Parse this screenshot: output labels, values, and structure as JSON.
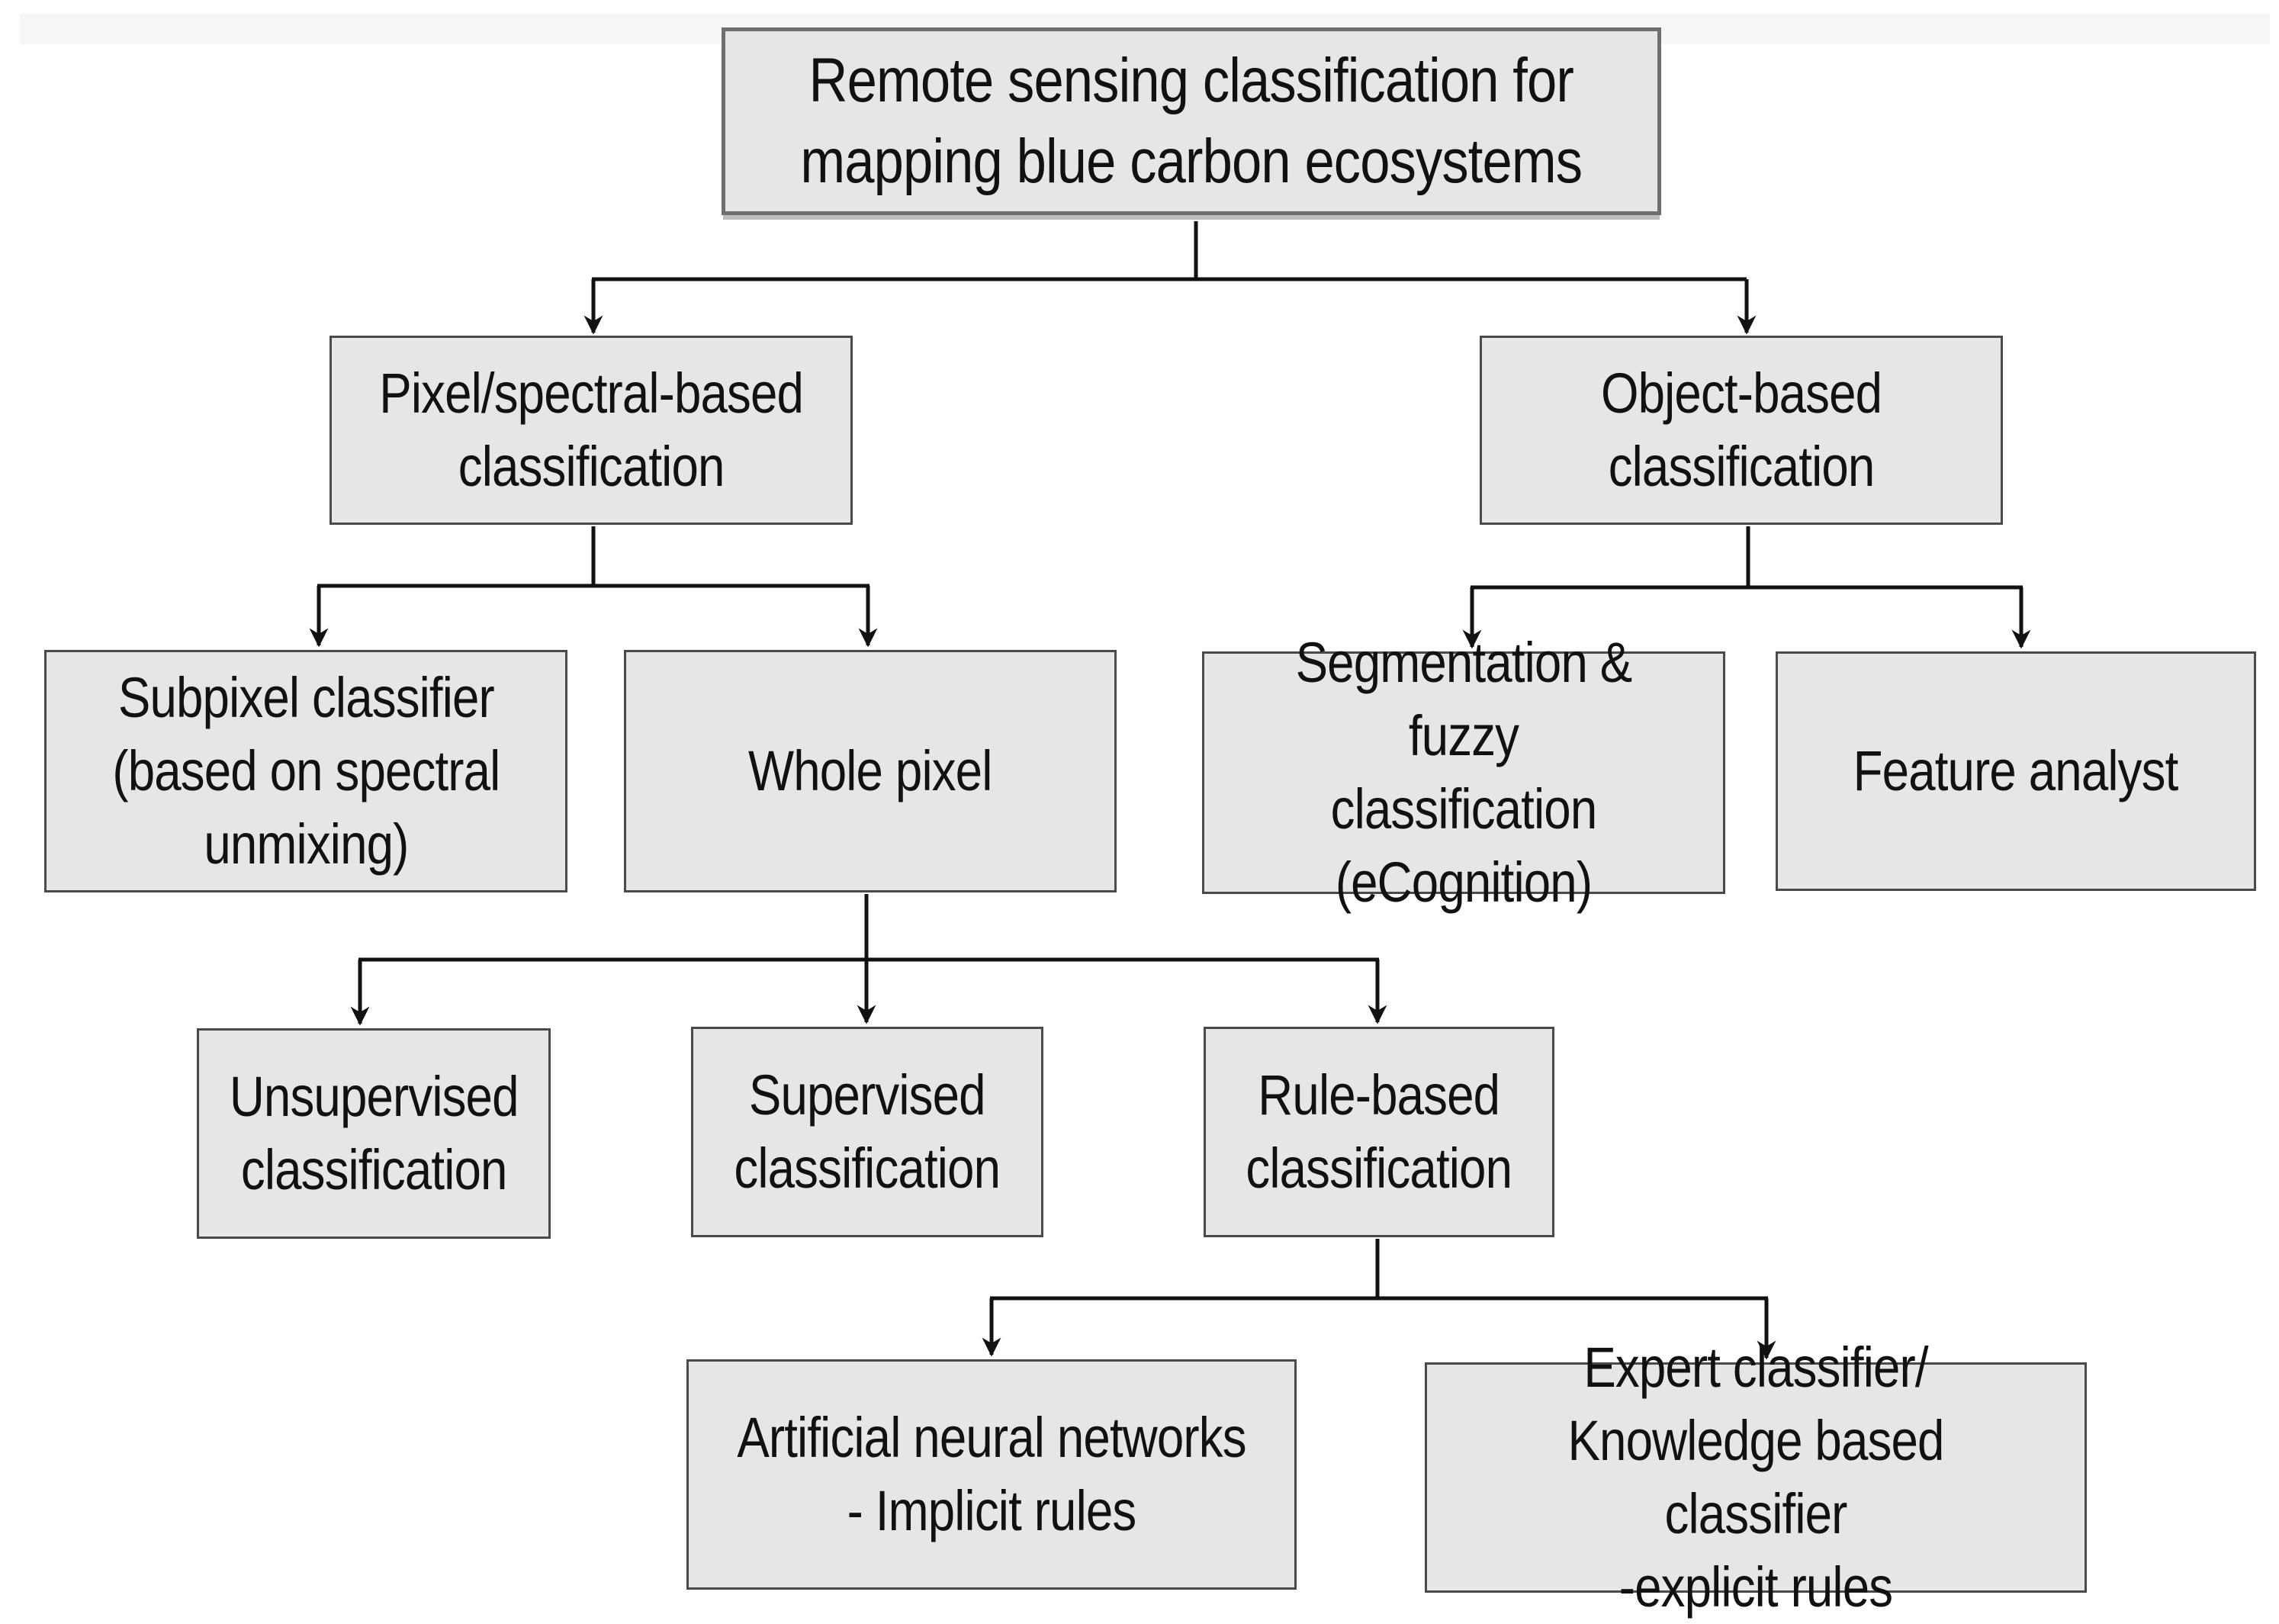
{
  "diagram": {
    "nodes": {
      "root": "Remote sensing classification for\nmapping blue carbon ecosystems",
      "pixel": "Pixel/spectral-based\nclassification",
      "object": "Object-based\nclassification",
      "subpixel": "Subpixel classifier\n(based on spectral\nunmixing)",
      "whole": "Whole pixel",
      "segmentation": "Segmentation & fuzzy\nclassification\n(eCognition)",
      "feature": "Feature analyst",
      "unsupervised": "Unsupervised\nclassification",
      "supervised": "Supervised\nclassification",
      "rule": "Rule-based\nclassification",
      "ann": "Artificial neural networks\n- Implicit rules",
      "expert": "Expert classifier/\nKnowledge based classifier\n-explicit rules"
    },
    "edges": [
      [
        "root",
        "pixel"
      ],
      [
        "root",
        "object"
      ],
      [
        "pixel",
        "subpixel"
      ],
      [
        "pixel",
        "whole"
      ],
      [
        "object",
        "segmentation"
      ],
      [
        "object",
        "feature"
      ],
      [
        "whole",
        "unsupervised"
      ],
      [
        "whole",
        "supervised"
      ],
      [
        "whole",
        "rule"
      ],
      [
        "rule",
        "ann"
      ],
      [
        "rule",
        "expert"
      ]
    ]
  }
}
